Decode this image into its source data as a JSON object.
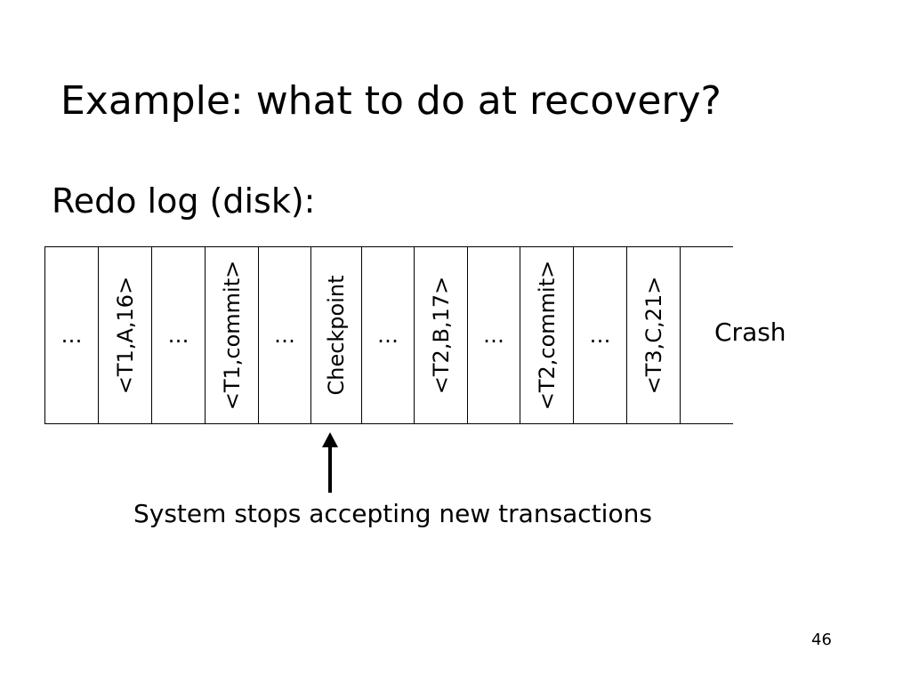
{
  "slide": {
    "title": "Example: what to do at recovery?",
    "subtitle": "Redo log (disk):",
    "log_entries": [
      {
        "text": "…",
        "orientation": "horizontal"
      },
      {
        "text": "<T1,A,16>",
        "orientation": "vertical"
      },
      {
        "text": "…",
        "orientation": "horizontal"
      },
      {
        "text": "<T1,commit>",
        "orientation": "vertical"
      },
      {
        "text": "…",
        "orientation": "horizontal"
      },
      {
        "text": "Checkpoint",
        "orientation": "vertical"
      },
      {
        "text": "…",
        "orientation": "horizontal"
      },
      {
        "text": "<T2,B,17>",
        "orientation": "vertical"
      },
      {
        "text": "…",
        "orientation": "horizontal"
      },
      {
        "text": "<T2,commit>",
        "orientation": "vertical"
      },
      {
        "text": "…",
        "orientation": "horizontal"
      },
      {
        "text": "<T3,C,21>",
        "orientation": "vertical"
      }
    ],
    "crash_label": "Crash",
    "arrow_target": "Checkpoint",
    "note": "System stops accepting new transactions",
    "page_number": "46"
  }
}
